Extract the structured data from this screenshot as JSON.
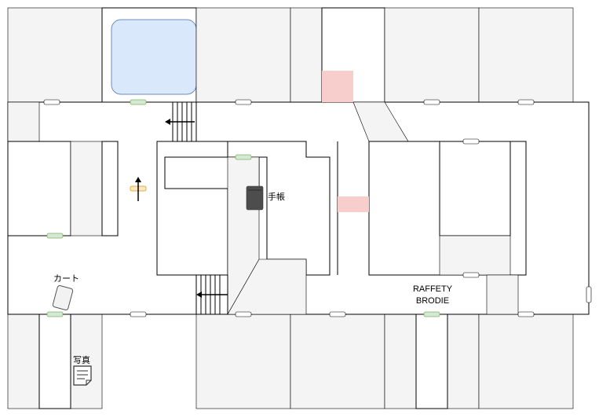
{
  "colors": {
    "room_fill": "#f4f4f4",
    "wall": "#000000",
    "pool_fill": "#dae8fc",
    "pool_stroke": "#6c8ebf",
    "door_plain": "#ffffff",
    "door_green": "#d5e8d4",
    "door_green_stroke": "#82b366",
    "door_orange": "#ffe6cc",
    "door_orange_stroke": "#d79b00",
    "blocked_fill": "#f8cecc",
    "notebook_fill": "#4d4d4d"
  },
  "items": {
    "notebook_label": "手帳",
    "cart_label": "カート",
    "photo_label": "写真"
  },
  "npc": {
    "line1": "RAFFETY",
    "line2": "BRODIE"
  },
  "icons": {
    "notebook": "notebook-icon",
    "cart": "cart-icon",
    "photo": "document-icon",
    "player": "up-arrow-icon",
    "stairs": "left-arrow-icon"
  }
}
